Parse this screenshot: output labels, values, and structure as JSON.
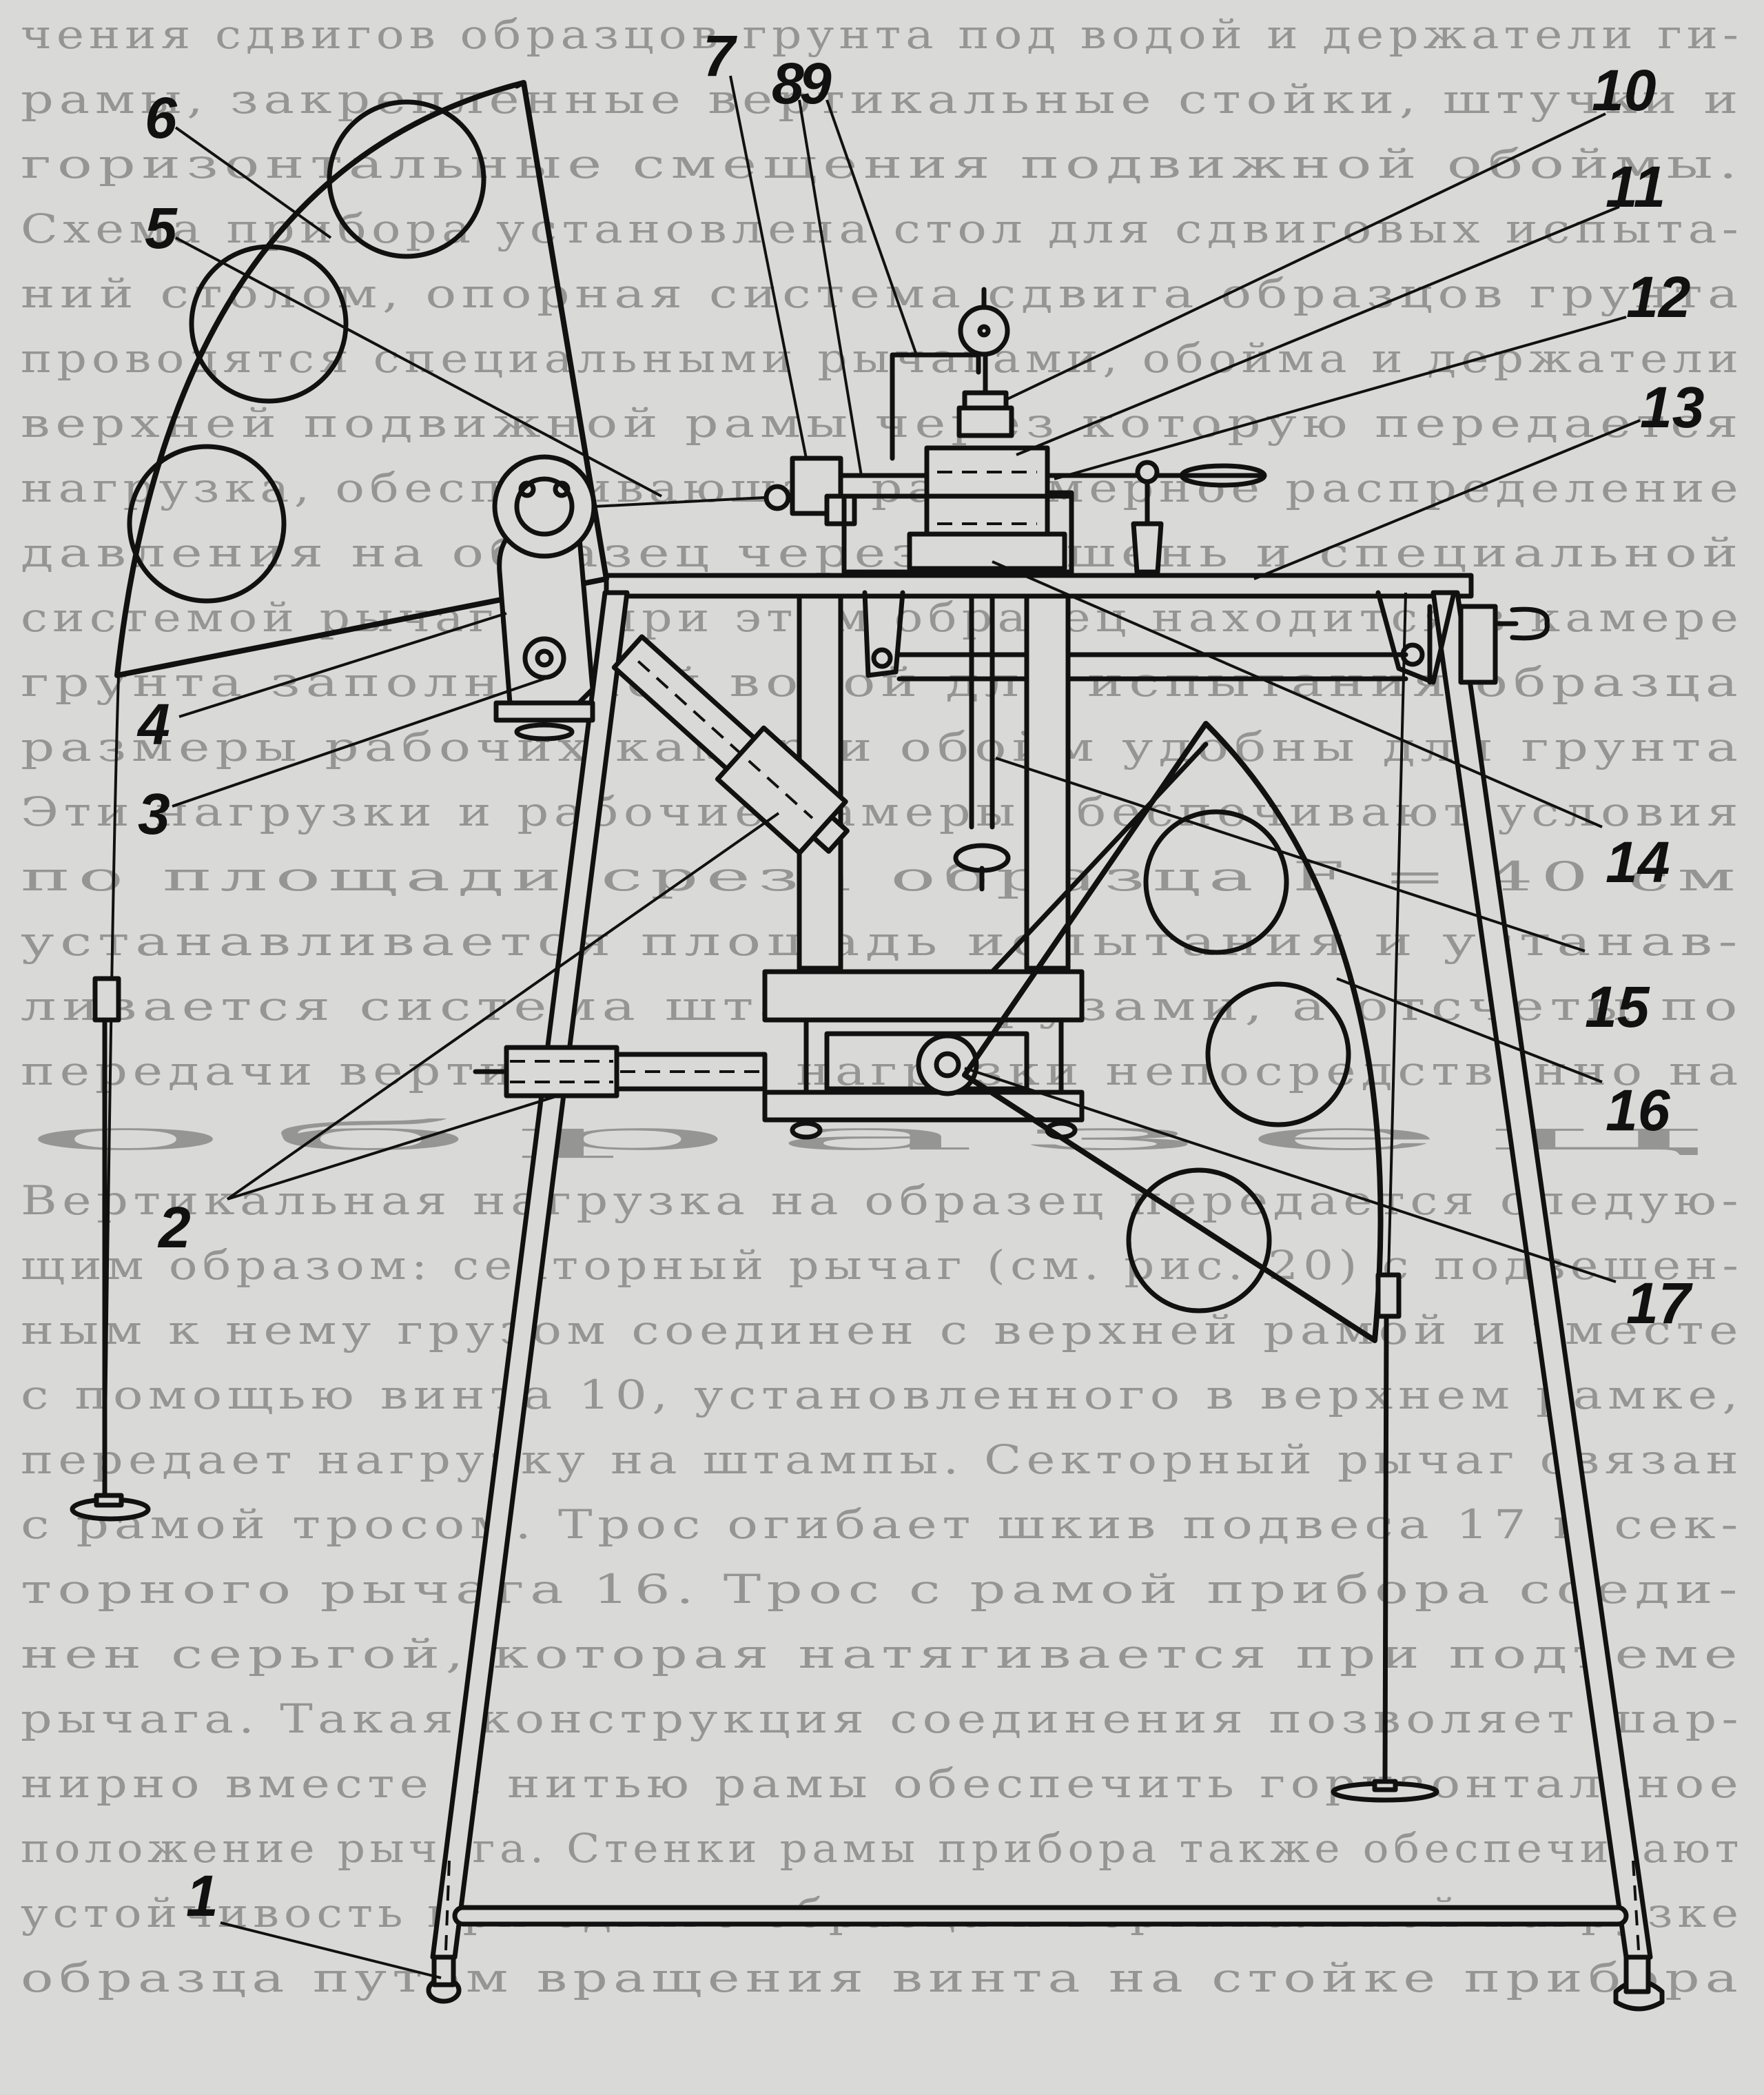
{
  "figure": {
    "callouts": [
      {
        "id": "1",
        "text": "1"
      },
      {
        "id": "2",
        "text": "2"
      },
      {
        "id": "3",
        "text": "3"
      },
      {
        "id": "4",
        "text": "4"
      },
      {
        "id": "5",
        "text": "5"
      },
      {
        "id": "6",
        "text": "6"
      },
      {
        "id": "7",
        "text": "7"
      },
      {
        "id": "8",
        "text": "8"
      },
      {
        "id": "9",
        "text": "9"
      },
      {
        "id": "10",
        "text": "10"
      },
      {
        "id": "11",
        "text": "11"
      },
      {
        "id": "12",
        "text": "12"
      },
      {
        "id": "13",
        "text": "13"
      },
      {
        "id": "14",
        "text": "14"
      },
      {
        "id": "15",
        "text": "15"
      },
      {
        "id": "16",
        "text": "16"
      },
      {
        "id": "17",
        "text": "17"
      }
    ]
  },
  "background_text": {
    "lines": [
      "чения сдвигов образцов грунта под водой и держатели ги-",
      "рамы, закрепленные вертикальные стойки, штучки и",
      "горизонтальные смещения подвижной обоймы.",
      "Схема прибора установлена стол для сдвиговых испыта-",
      "ний столом, опорная система сдвига образцов грунта",
      "проводятся специальными рычагами, обойма и держатели",
      "верхней подвижной рамы через которую передается",
      "нагрузка, обеспечивающая равномерное распределение",
      "давления на образец через поршень и специальной",
      "системой рычагов, при этом образец находится в камере",
      "грунта заполненной водой для испытания образца",
      "размеры рабочих камер и обойм удобны для грунта",
      "Эти нагрузки и рабочие камеры обеспечивают условия",
      "по площади среза образца F = 40 см",
      "устанавливается площадь испытания и устанав-",
      "ливается система штанг с грузами, а отсчеты по",
      "передачи вертикальной нагрузки непосредственно на",
      "образец",
      "Вертикальная нагрузка на образец передается следую-",
      "щим образом: секторный рычаг (см. рис. 20) с подвешен-",
      "ным к нему грузом соединен с верхней рамой и вместе",
      "с помощью винта 10, установленного в верхнем рамке,",
      "передает нагрузку на штампы. Секторный рычаг связан",
      "с рамой тросом. Трос огибает шкив подвеса 17 и сек-",
      "торного рычага 16. Трос с рамой прибора соеди-",
      "нен серьгой, которая натягивается при подъеме",
      "рычага. Такая конструкция соединения позволяет шар-",
      "нирно вместе с нитью рамы обеспечить горизонтальное",
      "положение рычага. Стенки рамы прибора также обеспечивают",
      "устойчивость при сдвиге образца и вертикальной нагрузке",
      "образца путем вращения винта на стойке прибора"
    ]
  }
}
